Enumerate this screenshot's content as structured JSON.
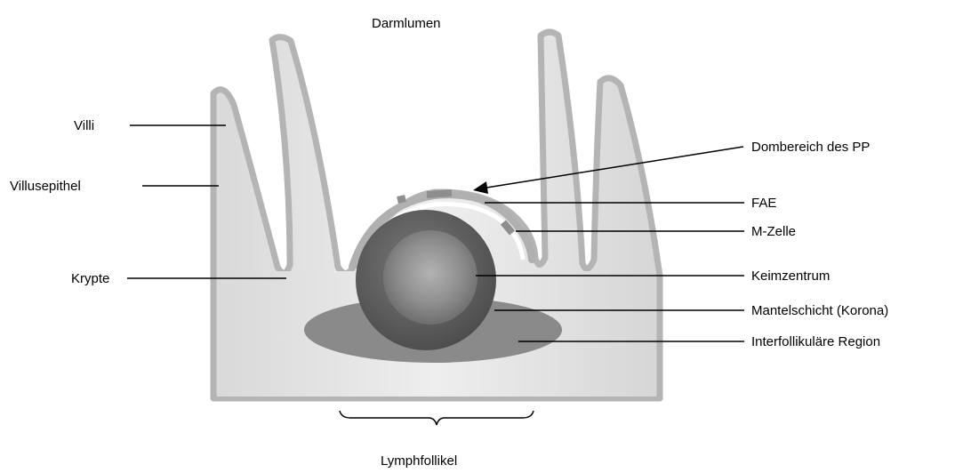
{
  "labels": {
    "top": "Darmlumen",
    "bottom": "Lymphfollikel",
    "villi": "Villi",
    "villusepithel": "Villusepithel",
    "krypte": "Krypte",
    "dombereich": "Dombereich des PP",
    "fae": "FAE",
    "mzelle": "M-Zelle",
    "keimzentrum": "Keimzentrum",
    "mantelschicht": "Mantelschicht (Korona)",
    "interfollikulaer": "Interfollikuläre Region"
  },
  "colors": {
    "tissue": "#e4e4e4",
    "epithelium": "#b4b4b4",
    "dome_cells": "#8e8e8e",
    "interfollicular": "#8a8a8a",
    "corona": "#5a5a5a",
    "germinal_center": "#a0a0a0"
  }
}
